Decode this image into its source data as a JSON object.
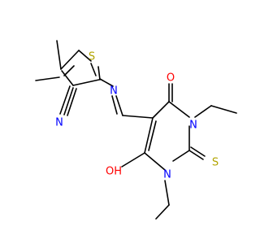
{
  "atoms": {
    "S1": {
      "label": "S",
      "color": "#B2A400"
    },
    "N_imine": {
      "label": "N",
      "color": "#0000FF"
    },
    "N_nitrile": {
      "label": "N",
      "color": "#0000FF"
    },
    "O_top": {
      "label": "O",
      "color": "#FF0000"
    },
    "N_ring_top": {
      "label": "N",
      "color": "#0000FF"
    },
    "S_thione": {
      "label": "S",
      "color": "#B2A400"
    },
    "N_ring_bottom": {
      "label": "N",
      "color": "#0000FF"
    },
    "OH": {
      "label": "OH",
      "color": "#FF0000"
    }
  }
}
